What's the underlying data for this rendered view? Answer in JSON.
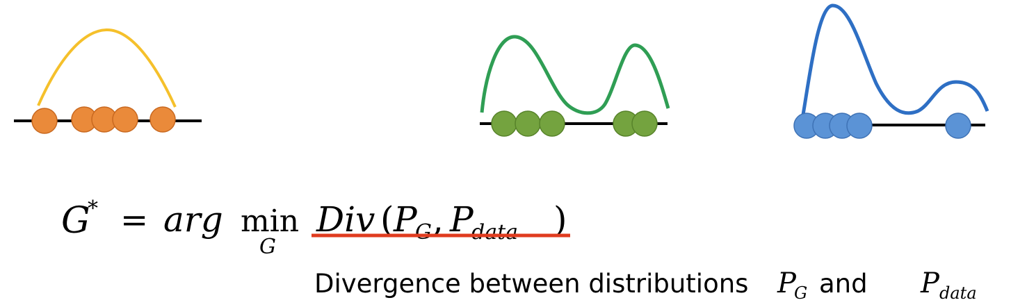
{
  "formula": {
    "lhs": "G",
    "lhs_sup": "*",
    "equals": "=",
    "arg": "arg",
    "min": "min",
    "min_sub": "G",
    "div_name": "Div",
    "open_paren": "(",
    "p1": "P",
    "p1_sub": "G",
    "comma": ",",
    "p2": "P",
    "p2_sub": "data",
    "close_paren": ")"
  },
  "caption": {
    "text": "Divergence between distributions",
    "p1": "P",
    "p1_sub": "G",
    "and": "and",
    "p2": "P",
    "p2_sub": "data"
  },
  "colors": {
    "axis": "#000000",
    "underline": "#e03c1f",
    "orange_curve": "#f5c02b",
    "orange_dot": "#ea8a3a",
    "orange_dot_stroke": "#c8681f",
    "green_curve": "#2f9e54",
    "green_dot": "#74a33f",
    "green_dot_stroke": "#57832a",
    "blue_curve": "#2e6fc4",
    "blue_dot": "#5b93d6",
    "blue_dot_stroke": "#3e72b5"
  },
  "distributions": [
    {
      "name": "orange",
      "samples": 5
    },
    {
      "name": "green",
      "samples": 5
    },
    {
      "name": "blue",
      "samples": 5
    }
  ]
}
